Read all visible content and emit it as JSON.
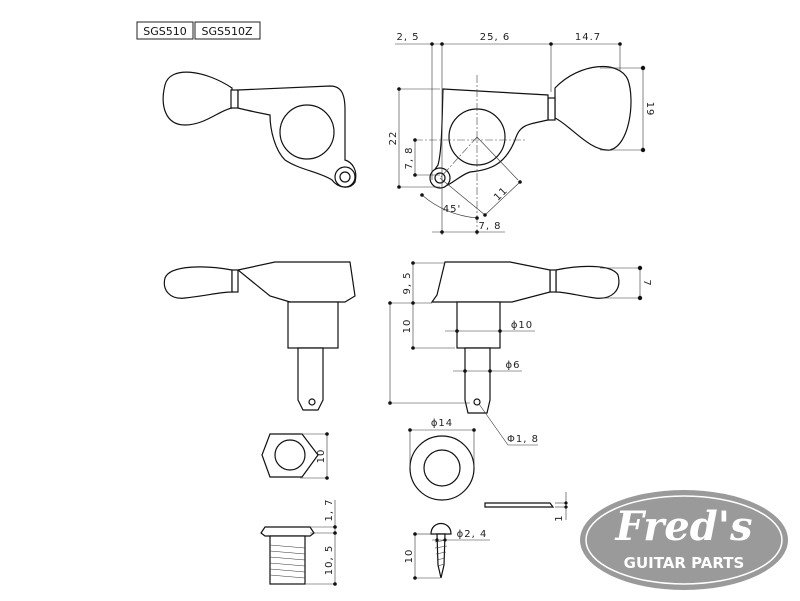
{
  "models": [
    "SGS510",
    "SGS510Z"
  ],
  "dimensions": {
    "top_offset": "2, 5",
    "body_length": "25, 6",
    "button_length": "14.7",
    "body_height": "22",
    "screw_vertical": "7, 8",
    "button_height": "19",
    "diagonal": "11",
    "angle": "45'",
    "screw_horizontal": "7, 8",
    "side_body_height": "9, 5",
    "shaft_length": "10",
    "button_thickness": "7",
    "shaft_diameter": "ϕ10",
    "post_diameter": "ϕ6",
    "hole_diameter": "Φ1, 8",
    "nut_size": "10",
    "washer_diameter": "ϕ14",
    "washer_thickness": "1",
    "bushing_flange": "1, 7",
    "bushing_length": "10, 5",
    "screw_diameter": "ϕ2, 4",
    "screw_length": "10"
  },
  "logo": {
    "line1": "Fred's",
    "line2": "GUITAR PARTS",
    "color": "#9a9a9a"
  }
}
